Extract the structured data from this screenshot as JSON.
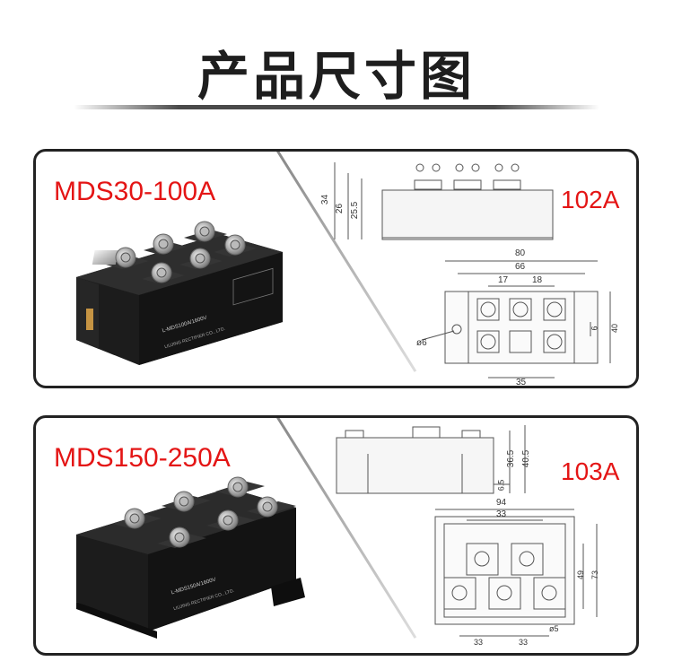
{
  "title": "产品尺寸图",
  "products": [
    {
      "model": "MDS30-100A",
      "code": "102A",
      "device_label_1": "L-MDS100A/1600V",
      "device_label_2": "LIUJING RECTIFIER CO., LTD.",
      "side_dims": [
        "34",
        "26",
        "25.5"
      ],
      "top_dims": [
        "80",
        "66",
        "17",
        "18",
        "6",
        "40",
        "35",
        "ø6"
      ]
    },
    {
      "model": "MDS150-250A",
      "code": "103A",
      "device_label_1": "L-MDS150A/1600V",
      "device_label_2": "LIUJING RECTIFIER CO., LTD.",
      "side_dims": [
        "36.5",
        "40.5",
        "6.5"
      ],
      "top_dims": [
        "94",
        "33",
        "49",
        "73",
        "33",
        "33",
        "ø5"
      ]
    }
  ],
  "colors": {
    "accent": "#e41515",
    "frame": "#222222",
    "device": "#1b1b1b"
  }
}
